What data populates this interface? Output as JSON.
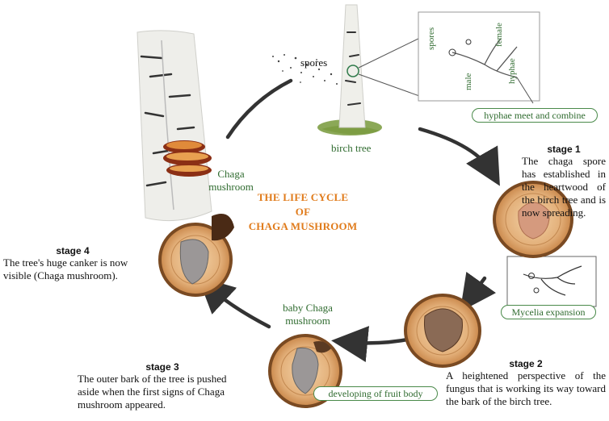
{
  "title": {
    "line1": "THE LIFE CYCLE",
    "line2": "OF",
    "line3": "CHAGA MUSHROOM"
  },
  "labels": {
    "spores": "spores",
    "birch_tree": "birch tree",
    "chaga_mushroom": "Chaga mushroom",
    "baby_chaga": "baby Chaga mushroom"
  },
  "inset_top": {
    "spores": "spores",
    "male": "male",
    "female": "female",
    "hyphae": "hyphae",
    "caption": "hyphae meet and combine"
  },
  "inset_right": {
    "caption": "Mycelia expansion"
  },
  "fruit_body_caption": "developing of fruit body",
  "stages": [
    {
      "title": "stage 1",
      "text": "The chaga spore has established in the heartwood of the birch tree and is now spreading."
    },
    {
      "title": "stage 2",
      "text": "A heightened perspective of the fungus that is working its way toward the bark of the birch tree."
    },
    {
      "title": "stage 3",
      "text": "The outer bark of the tree is pushed aside when the first signs of Chaga mushroom appeared."
    },
    {
      "title": "stage 4",
      "text": "The tree's huge canker is now visible (Chaga mushroom)."
    }
  ],
  "colors": {
    "title": "#e07b1b",
    "green_text": "#2f6b2f",
    "wood": "#d9a066",
    "bark": "#7a4a22",
    "arrow": "#333333"
  }
}
